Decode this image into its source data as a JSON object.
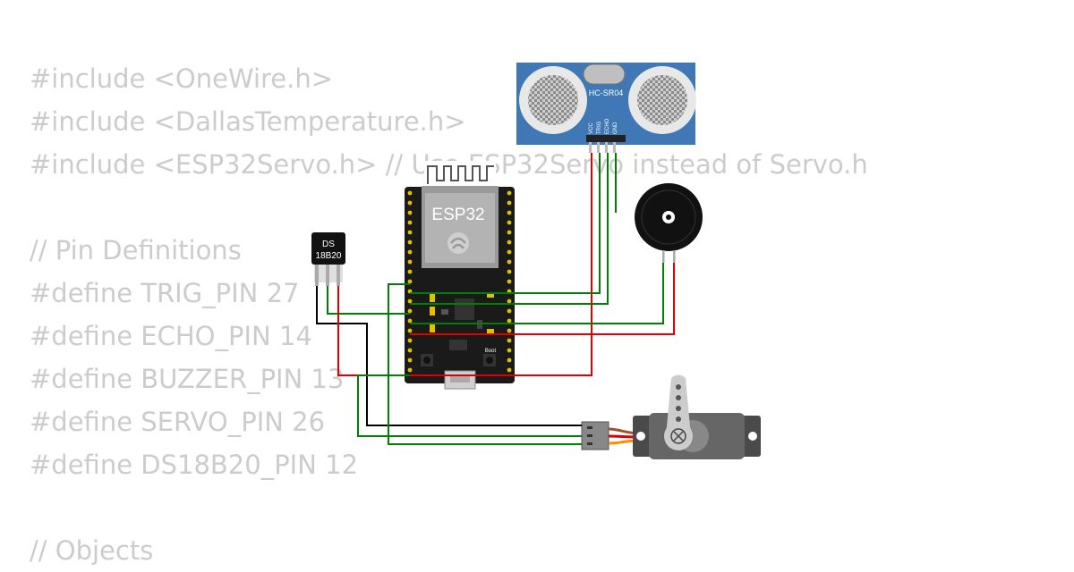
{
  "code_lines": [
    "#include <OneWire.h>",
    "#include <DallasTemperature.h>",
    "#include <ESP32Servo.h> // Use ESP32Servo instead of Servo.h",
    "",
    "// Pin Definitions",
    "#define TRIG_PIN 27",
    "#define ECHO_PIN 14",
    "#define BUZZER_PIN 13",
    "#define SERVO_PIN 26",
    "#define DS18B20_PIN 12",
    "",
    "// Objects"
  ],
  "components": {
    "ultrasonic": {
      "label": "HC-SR04",
      "pins": [
        "VCC",
        "TRIG",
        "ECHO",
        "GND"
      ]
    },
    "esp32": {
      "label": "ESP32",
      "boot_label": "Boot"
    },
    "temp_sensor": {
      "label_line1": "DS",
      "label_line2": "18B20"
    },
    "buzzer": {},
    "servo": {}
  },
  "colors": {
    "wire_red": "#e00000",
    "wire_green": "#008000",
    "wire_black": "#000000",
    "hcsr04_board": "#3f78b4",
    "esp32_board": "#1a1a1a",
    "code_text": "#cccccc"
  }
}
